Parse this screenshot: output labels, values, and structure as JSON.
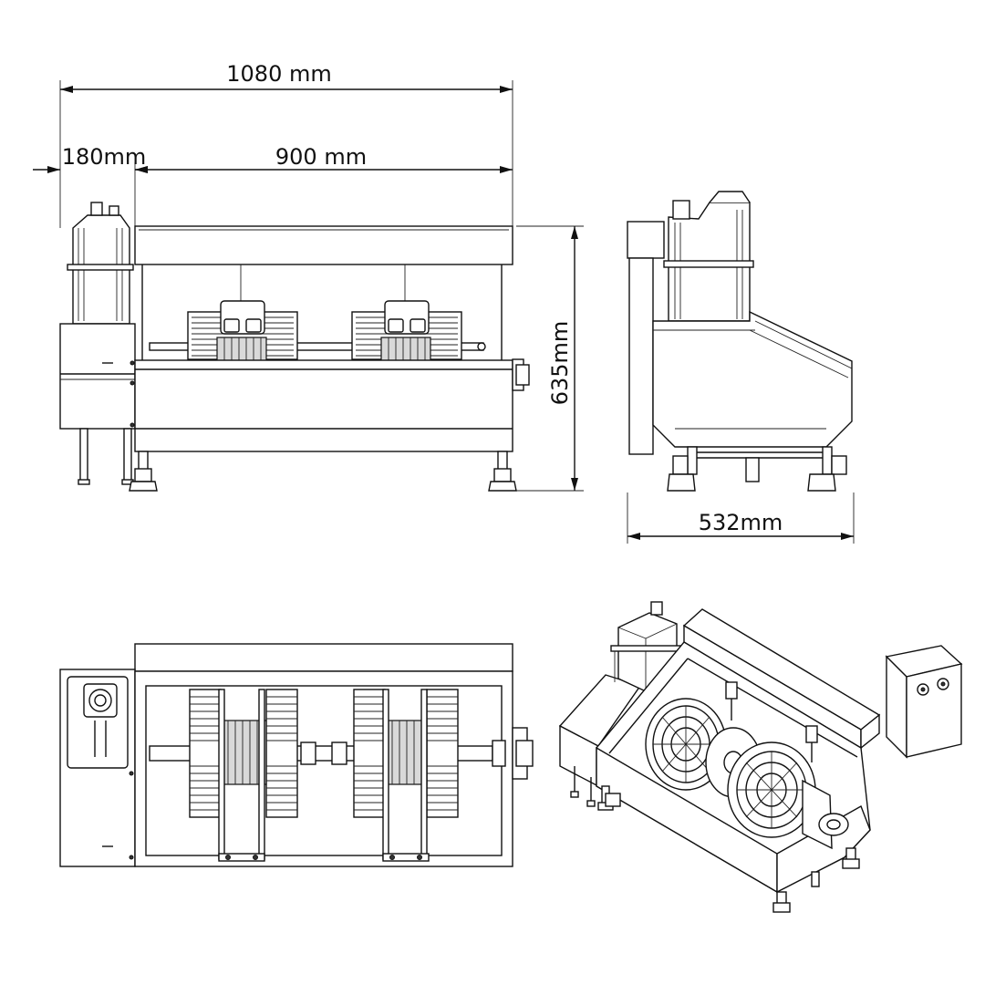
{
  "dimensions": {
    "overall_width": "1080 mm",
    "tank_width": "180mm",
    "machine_width": "900 mm",
    "height": "635mm",
    "depth": "532mm"
  },
  "views": {
    "front": "front-elevation",
    "side": "side-elevation",
    "top": "plan-view",
    "iso": "isometric-view"
  },
  "colors": {
    "line": "#111111",
    "background": "#ffffff",
    "fill_light": "#d9d9d9"
  }
}
